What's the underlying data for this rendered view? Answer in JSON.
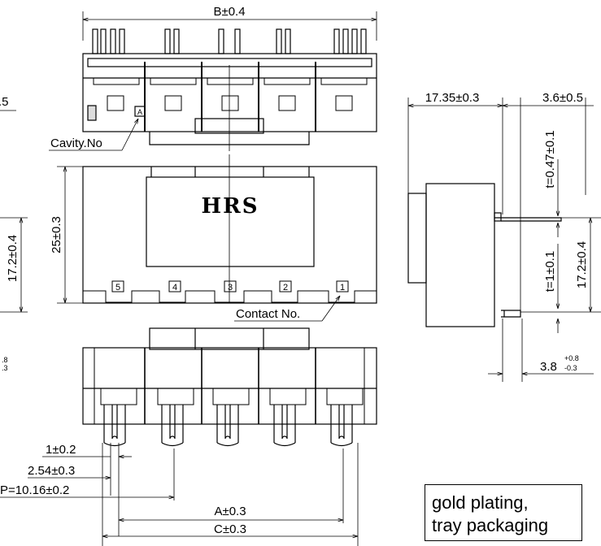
{
  "top_view": {
    "width_dim": "B±0.4",
    "cavity_marker": "A",
    "cavity_label": "Cavity.No",
    "left_partial_dim": ".5"
  },
  "front_view": {
    "height_dim": "25±0.3",
    "left_height_dim": "17.2±0.4",
    "logo": "HRS",
    "contact_numbers": [
      "5",
      "4",
      "3",
      "2",
      "1"
    ],
    "contact_label": "Contact No.",
    "left_partial_tol_plus": ".8",
    "left_partial_tol_minus": ".3"
  },
  "bottom_view": {
    "dim_pin_width": "1±0.2",
    "dim_pin_offset": "2.54±0.3",
    "dim_pitch": "P=10.16±0.2",
    "dim_a": "A±0.3",
    "dim_c": "C±0.3"
  },
  "side_view": {
    "dim_depth": "17.35±0.3",
    "dim_tail": "3.6±0.5",
    "dim_thickness_top": "t=0.47±0.1",
    "dim_thickness_pin": "t=1±0.1",
    "dim_height": "17.2±0.4",
    "dim_bottom_base": "3.8",
    "dim_bottom_plus": "+0.8",
    "dim_bottom_minus": "-0.3"
  },
  "note": {
    "line1": "gold plating,",
    "line2": "tray packaging"
  }
}
